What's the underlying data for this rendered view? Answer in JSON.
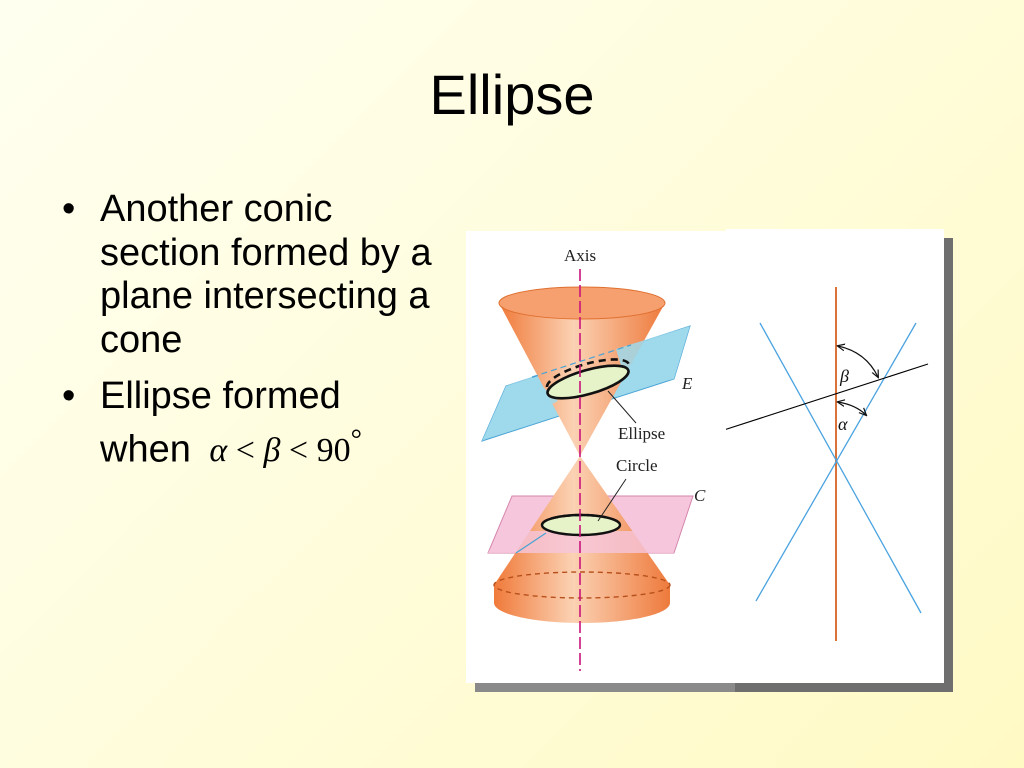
{
  "slide": {
    "title": "Ellipse",
    "bullets": [
      {
        "text": "Another conic section formed by a plane intersecting a cone"
      },
      {
        "text": "Ellipse formed when"
      }
    ],
    "bullet_glyph": "•",
    "math": {
      "alpha": "α",
      "lt1": "<",
      "beta": "β",
      "lt2": "<",
      "ninety": "90",
      "degree": "°"
    }
  },
  "diagram_left": {
    "labels": {
      "axis": "Axis",
      "ellipse": "Ellipse",
      "circle": "Circle",
      "plane_e": "E",
      "plane_c": "C"
    },
    "colors": {
      "cone": "#f08a4b",
      "plane_e": "#9ed9ec",
      "plane_c": "#f6c6dc",
      "axis": "#c8147a",
      "section": "#e6f2c8"
    }
  },
  "diagram_right": {
    "labels": {
      "beta": "β",
      "alpha": "α"
    },
    "colors": {
      "axis": "#d8743a",
      "generators": "#4aa3e0",
      "plane": "#000000"
    }
  }
}
